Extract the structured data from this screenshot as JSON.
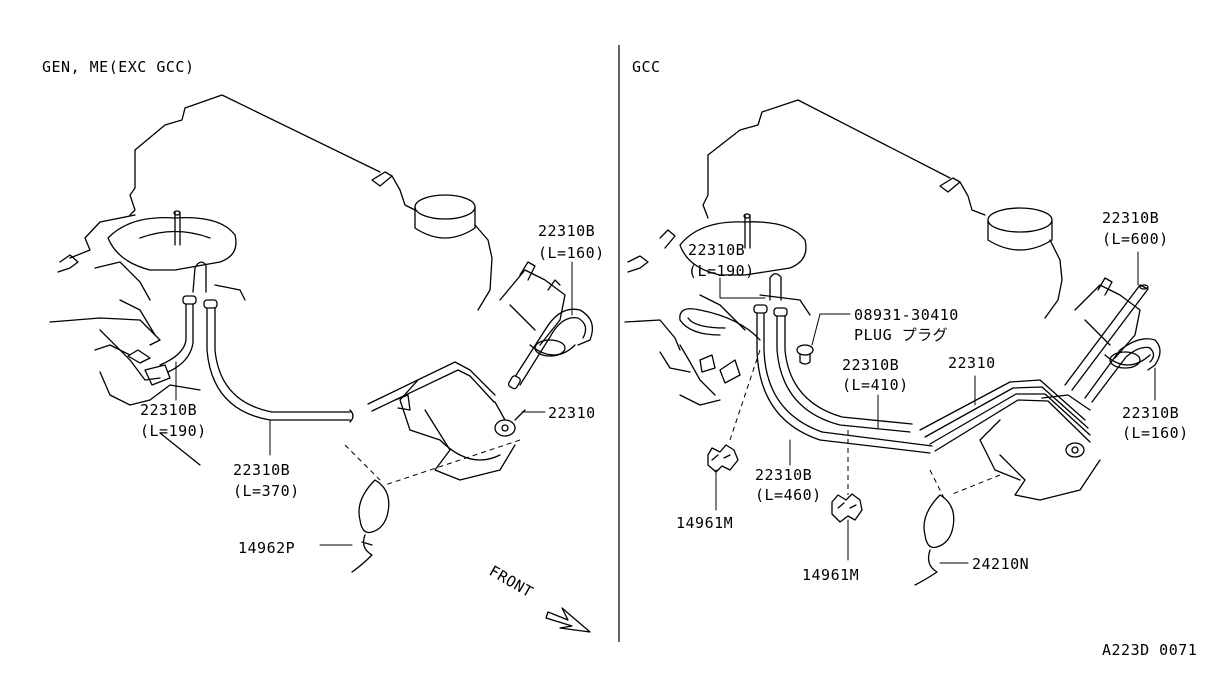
{
  "panels": {
    "left": {
      "header": "GEN, ME(EXC GCC)",
      "labels": {
        "hose_160": "22310B",
        "hose_160_len": "(L=160)",
        "hose_190": "22310B",
        "hose_190_len": "(L=190)",
        "hose_370": "22310B",
        "hose_370_len": "(L=370)",
        "valve": "22310",
        "clip": "14962P"
      },
      "front_label": "FRONT"
    },
    "right": {
      "header": "GCC",
      "labels": {
        "hose_190": "22310B",
        "hose_190_len": "(L=190)",
        "hose_600": "22310B",
        "hose_600_len": "(L=600)",
        "plug_part": "08931-30410",
        "plug_name": "PLUG プラグ",
        "hose_410": "22310B",
        "hose_410_len": "(L=410)",
        "valve": "22310",
        "hose_160": "22310B",
        "hose_160_len": "(L=160)",
        "hose_460": "22310B",
        "hose_460_len": "(L=460)",
        "clip_a": "14961M",
        "clip_b": "14961M",
        "clip_c": "24210N"
      }
    }
  },
  "figure_code": "A223D 0071"
}
